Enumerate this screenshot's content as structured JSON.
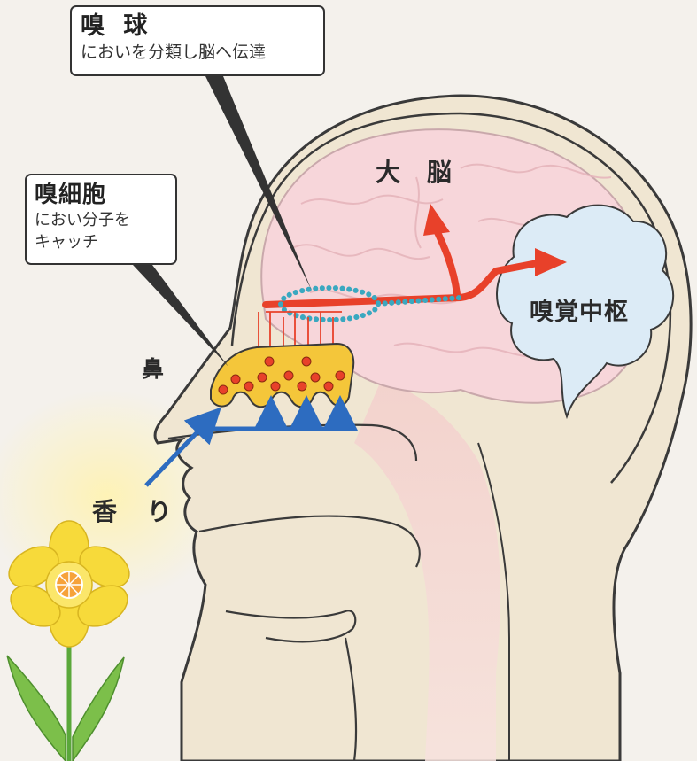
{
  "callouts": {
    "olfactory_bulb": {
      "title": "嗅 球",
      "description": "においを分類し脳へ伝達"
    },
    "olfactory_cell": {
      "title": "嗅細胞",
      "description": "におい分子を\nキャッチ"
    }
  },
  "labels": {
    "brain": "大 脳",
    "nose": "鼻",
    "olfactory_center": "嗅覚中枢",
    "aroma": "香 り"
  },
  "colors": {
    "skin": "#f0e6d2",
    "outline": "#3a3a3a",
    "brain": "#f7d6da",
    "olfactory_center": "#dcebf6",
    "signal_arrow": "#e8412a",
    "aroma_arrow": "#2d6cc0",
    "bulb_dots": "#3aa8c0",
    "cells": "#f4c63a",
    "flower_petals": "#f7da3a",
    "flower_center": "#f6a23a"
  },
  "icons": [
    "daffodil-flower-icon"
  ]
}
